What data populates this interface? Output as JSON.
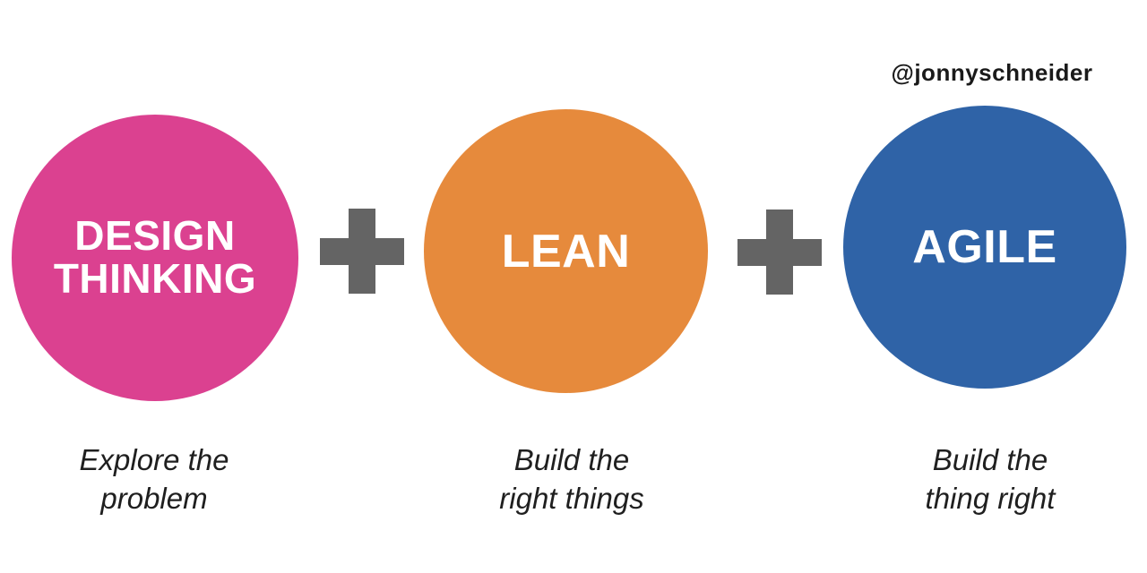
{
  "attribution": "@jonnyschneider",
  "colors": {
    "design_thinking_circle": "#DB4190",
    "lean_circle": "#E68A3C",
    "agile_circle": "#2F63A7",
    "plus_sign": "#646464",
    "circle_text": "#FFFFFF",
    "caption_text": "#1F1F1F",
    "background": "#FFFFFF"
  },
  "circles": [
    {
      "id": "design-thinking",
      "label": "DESIGN\nTHINKING",
      "caption": "Explore the\nproblem",
      "color": "#DB4190"
    },
    {
      "id": "lean",
      "label": "LEAN",
      "caption": "Build the\nright things",
      "color": "#E68A3C"
    },
    {
      "id": "agile",
      "label": "AGILE",
      "caption": "Build the\nthing right",
      "color": "#2F63A7"
    }
  ],
  "plus": {
    "glyph": "+"
  }
}
